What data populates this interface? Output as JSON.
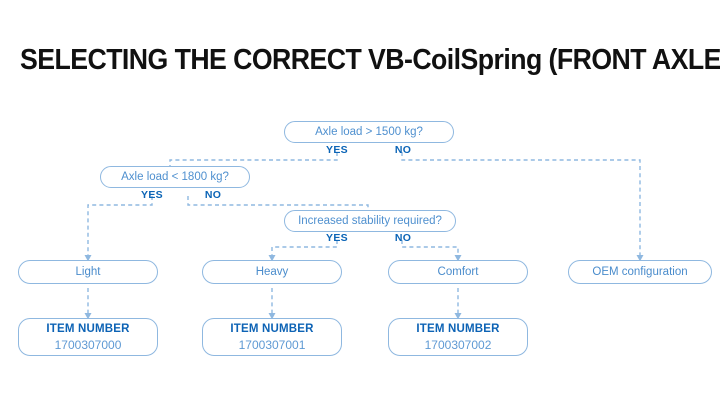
{
  "page": {
    "title": "SELECTING THE CORRECT VB-CoilSpring (FRONT AXLE)",
    "background_color": "#ffffff",
    "accent_color": "#0b64b6",
    "line_color": "#8fb8e0",
    "node_text_color": "#4a8ccc"
  },
  "flowchart": {
    "type": "decision-tree",
    "decisions": [
      {
        "id": "d1",
        "question": "Axle load > 1500 kg?",
        "yes_label": "YES",
        "no_label": "NO",
        "yes_target": "d2",
        "no_target": "r4"
      },
      {
        "id": "d2",
        "question": "Axle load < 1800 kg?",
        "yes_label": "YES",
        "no_label": "NO",
        "yes_target": "r1",
        "no_target": "d3"
      },
      {
        "id": "d3",
        "question": "Increased stability required?",
        "yes_label": "YES",
        "no_label": "NO",
        "yes_target": "r2",
        "no_target": "r3"
      }
    ],
    "results": [
      {
        "id": "r1",
        "label": "Light"
      },
      {
        "id": "r2",
        "label": "Heavy"
      },
      {
        "id": "r3",
        "label": "Comfort"
      },
      {
        "id": "r4",
        "label": "OEM configuration"
      }
    ],
    "items": [
      {
        "id": "i1",
        "heading": "ITEM NUMBER",
        "number": "1700307000",
        "from": "r1"
      },
      {
        "id": "i2",
        "heading": "ITEM NUMBER",
        "number": "1700307001",
        "from": "r2"
      },
      {
        "id": "i3",
        "heading": "ITEM NUMBER",
        "number": "1700307002",
        "from": "r3"
      }
    ]
  }
}
